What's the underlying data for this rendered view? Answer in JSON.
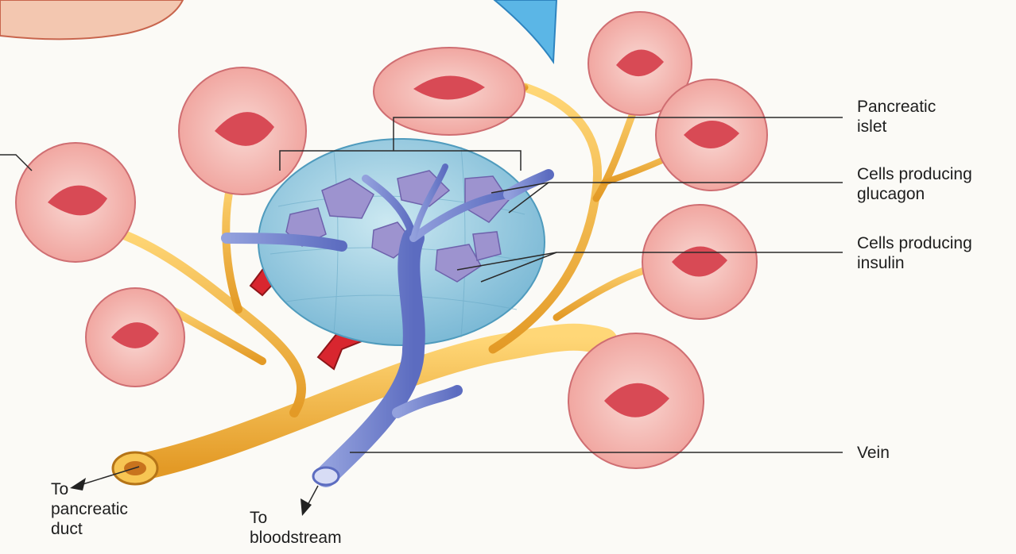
{
  "labels": {
    "pancreatic_islet": "Pancreatic\nislet",
    "glucagon_cells": "Cells producing\nglucagon",
    "insulin_cells": "Cells producing\ninsulin",
    "vein": "Vein",
    "to_pancreatic_duct": "To\npancreatic\nduct",
    "to_bloodstream": "To\nbloodstream"
  },
  "colors": {
    "acinus_outer": "#f2a9a4",
    "acinus_inner": "#d84a55",
    "duct": "#f2b43a",
    "islet": "#8ec6dc",
    "alpha_cells": "#9d93cf",
    "vein": "#6f7fcc",
    "artery": "#d8262f",
    "pointer_blue": "#5bb6e6"
  },
  "icons": [
    "arrow-to-duct-icon",
    "arrow-to-bloodstream-icon"
  ]
}
